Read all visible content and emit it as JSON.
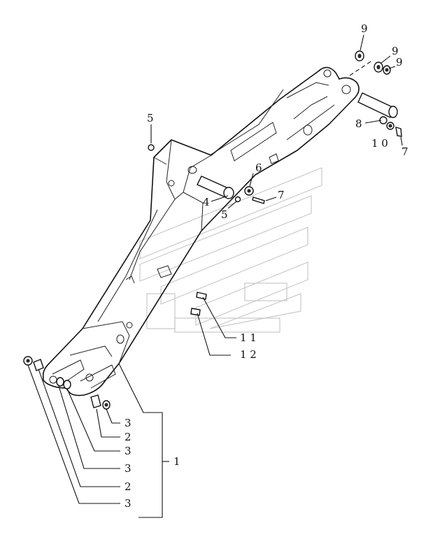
{
  "labels": {
    "l1": "1",
    "l2a": "2",
    "l2b": "2",
    "l3a": "3",
    "l3b": "3",
    "l3c": "3",
    "l3d": "3",
    "l4": "4",
    "l5a": "5",
    "l5b": "5",
    "l6": "6",
    "l7a": "7",
    "l7b": "7",
    "l8": "8",
    "l9a": "9",
    "l9b": "9",
    "l9c": "9",
    "l10": "1 0",
    "l11": "1 1",
    "l12": "1 2"
  }
}
